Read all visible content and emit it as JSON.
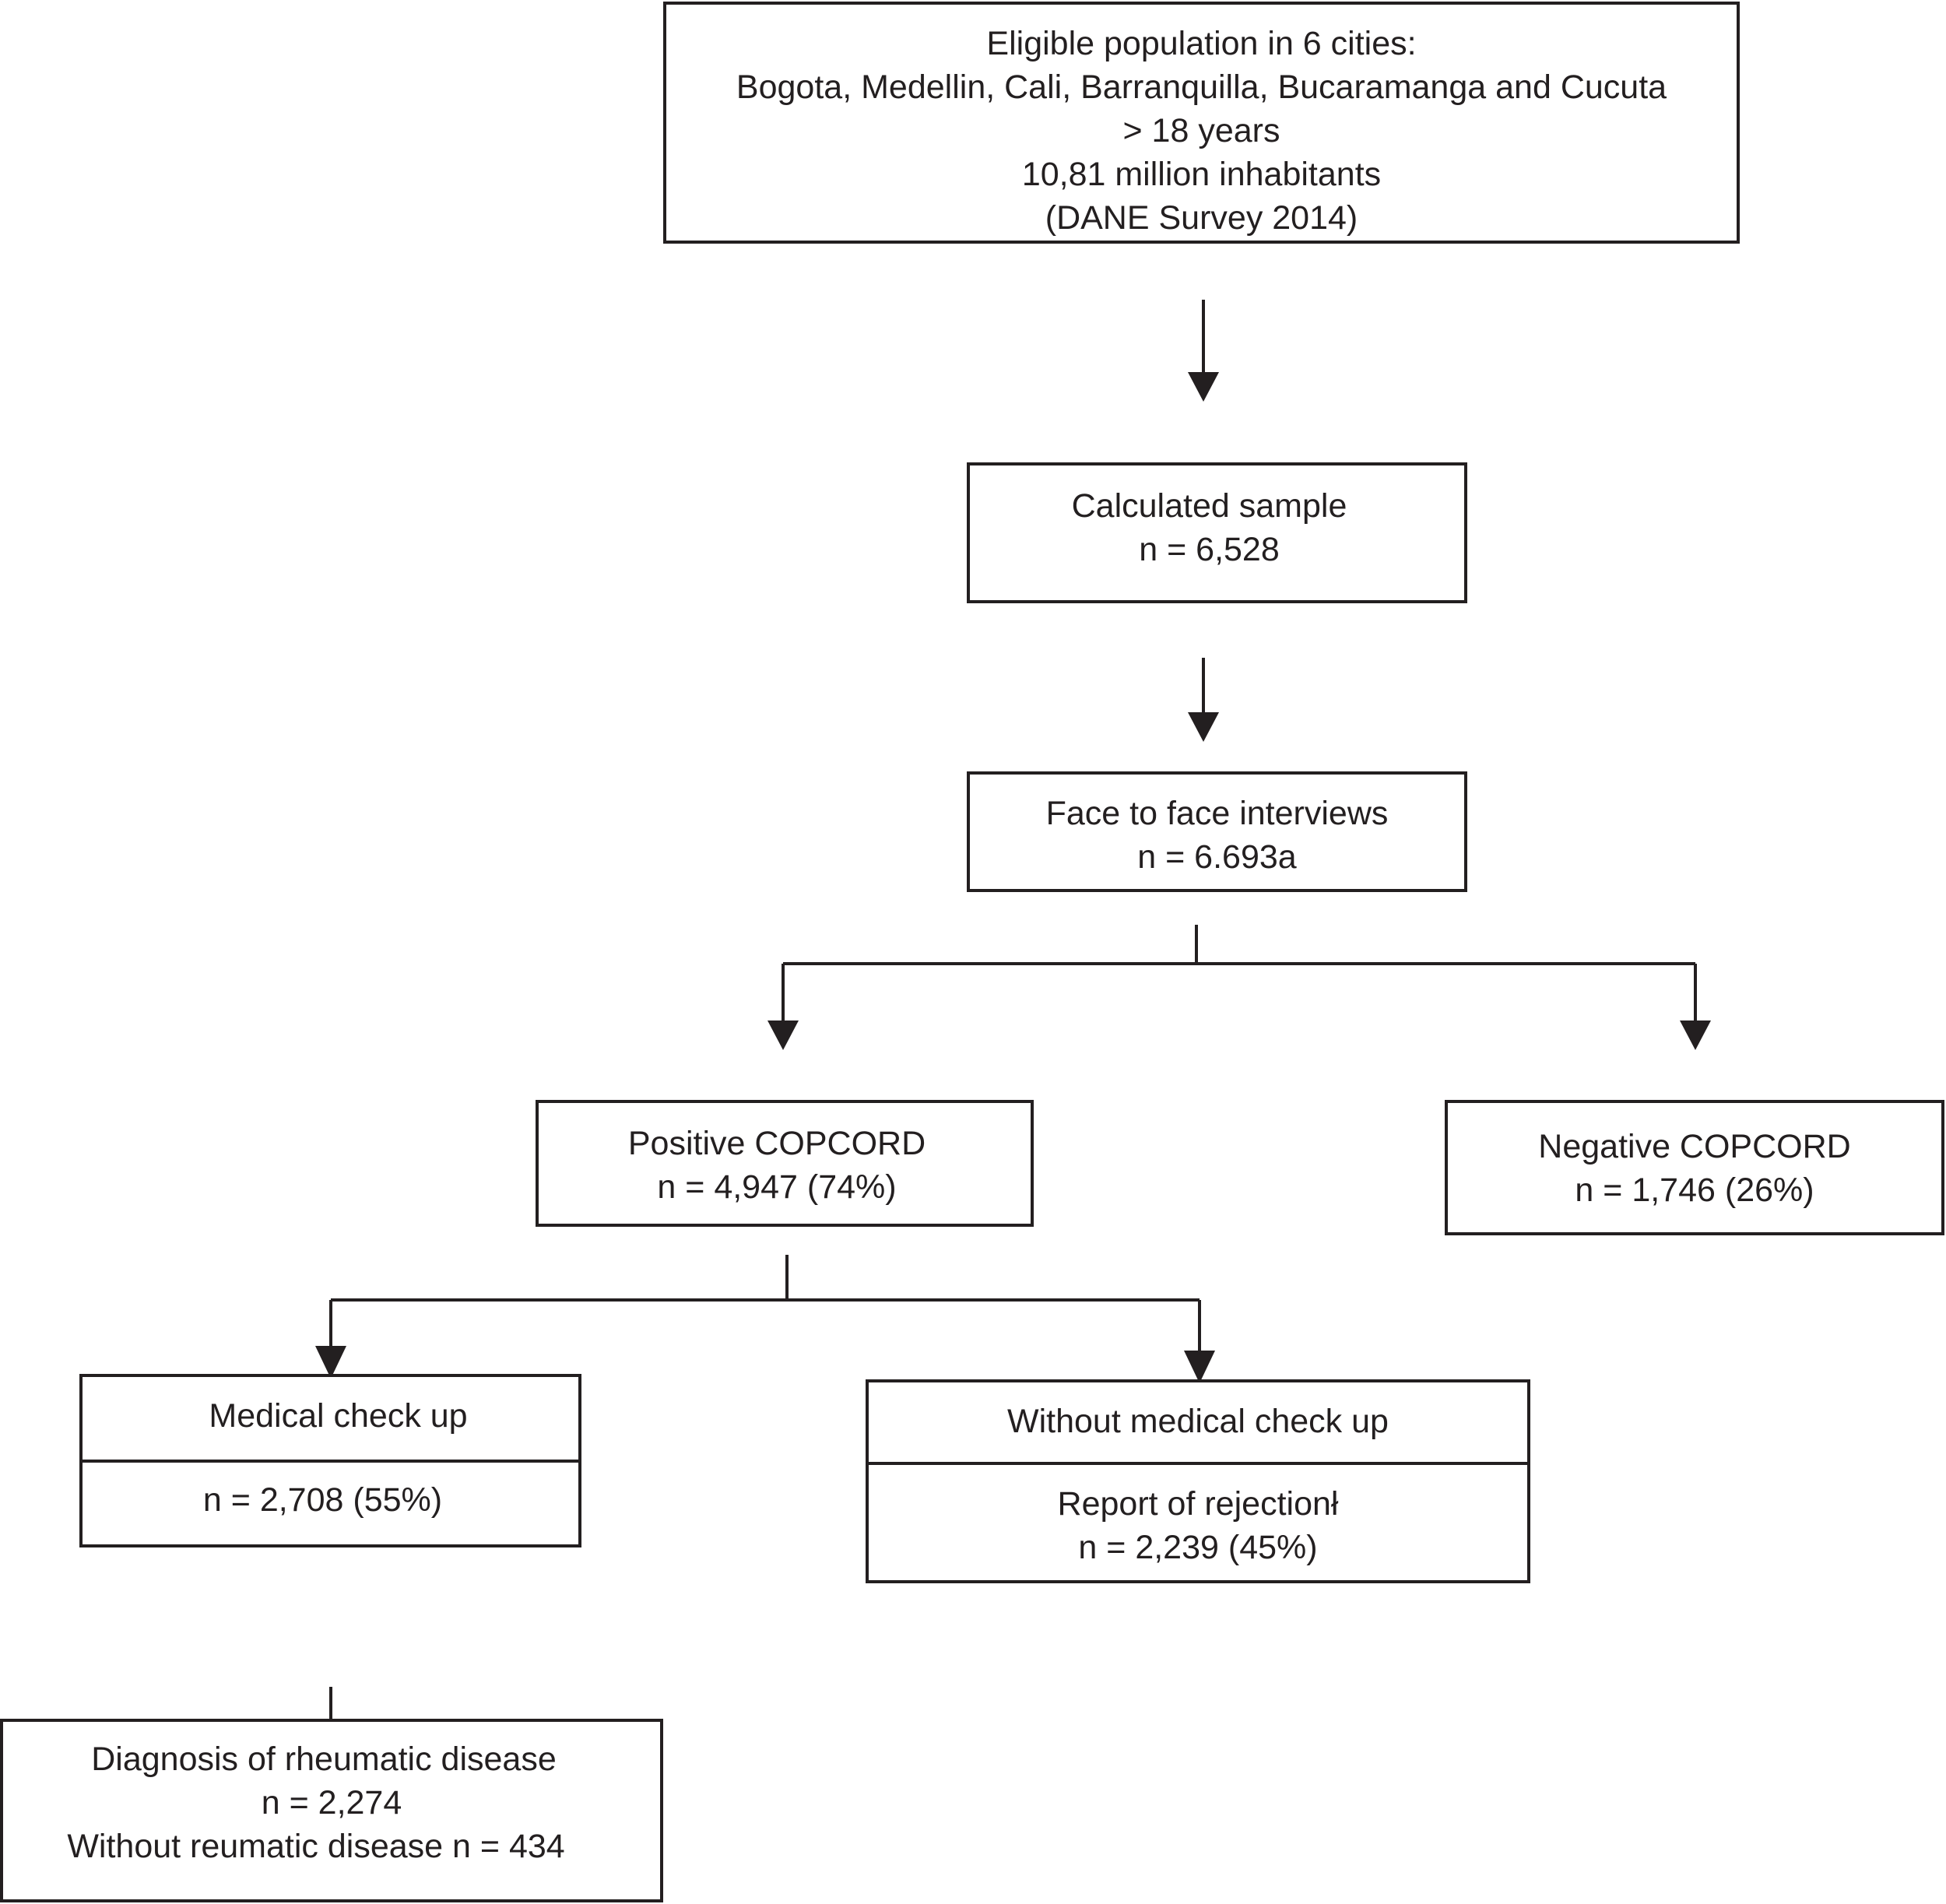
{
  "boxes": {
    "eligible": {
      "lines": [
        "Eligible population in 6 cities:",
        "Bogota, Medellin, Cali, Barranquilla, Bucaramanga and Cucuta",
        "> 18 years",
        "10,81 million inhabitants",
        "(DANE Survey 2014)"
      ]
    },
    "sample": {
      "lines": [
        "Calculated sample",
        "n = 6,528"
      ]
    },
    "interviews": {
      "lines": [
        "Face to face interviews",
        "n = 6.693a"
      ]
    },
    "positive": {
      "lines": [
        "Positive COPCORD",
        "n =  4,947 (74%)"
      ]
    },
    "negative": {
      "lines": [
        "Negative COPCORD",
        "n = 1,746 (26%)"
      ]
    },
    "medical": {
      "header": "Medical check up",
      "lines": [
        "n = 2,708 (55%)"
      ]
    },
    "without_medical": {
      "header": "Without medical check up",
      "lines": [
        "Report of rejectionł",
        "n = 2,239 (45%)"
      ]
    },
    "diagnosis": {
      "lines": [
        "Diagnosis of rheumatic disease",
        "n = 2,274",
        "Without reumatic disease n = 434"
      ]
    }
  },
  "colors": {
    "stroke": "#231f20",
    "background": "#ffffff"
  }
}
